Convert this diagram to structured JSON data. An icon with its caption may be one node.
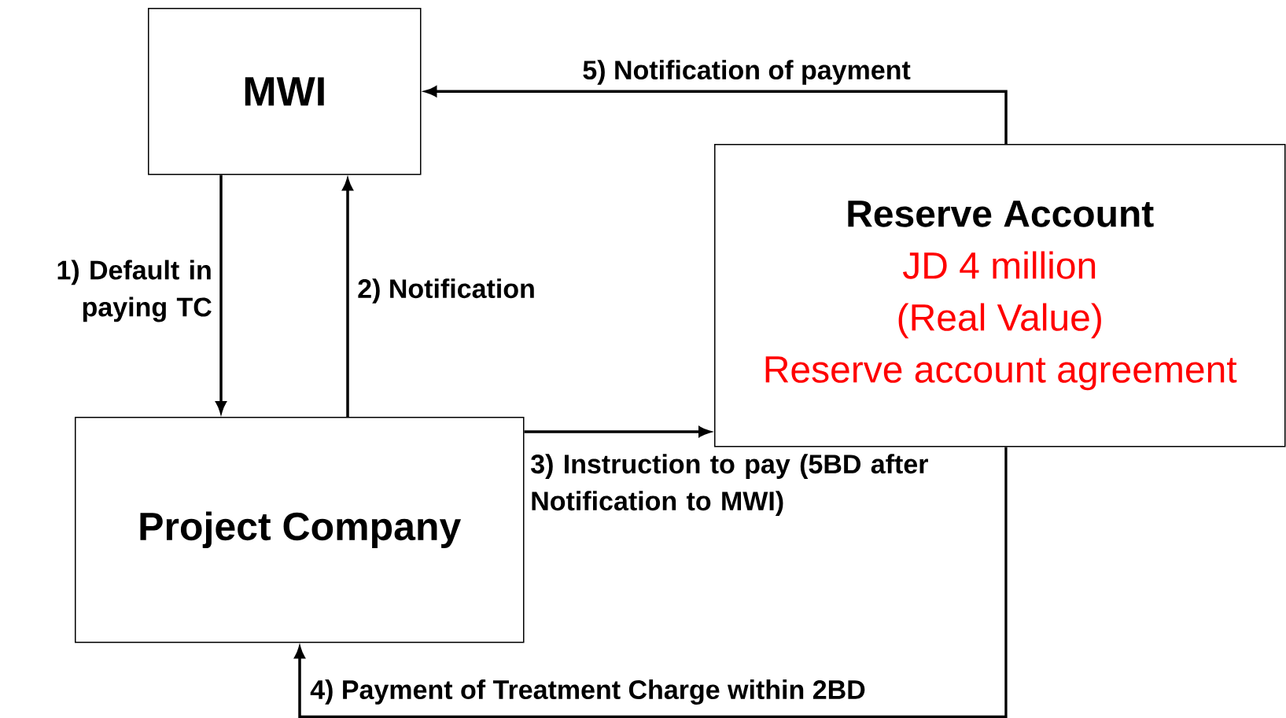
{
  "diagram": {
    "nodes": [
      {
        "text": [
          "MWI"
        ]
      },
      {
        "text": [
          "Project Company"
        ]
      },
      {
        "text": [
          "Reserve Account",
          "JD 4 million",
          "(Real Value)",
          "Reserve account agreement"
        ]
      }
    ],
    "edges": [
      {
        "from": 0,
        "to": 1,
        "arrow": "to",
        "label": "1) Default in paying TC"
      },
      {
        "from": 1,
        "to": 0,
        "arrow": "to",
        "label": "2) Notification"
      },
      {
        "from": 1,
        "to": 2,
        "arrow": "to",
        "label": "3) Instruction to pay (5BD after Notification to MWI)"
      },
      {
        "from": 2,
        "to": 1,
        "arrow": "to",
        "label": "4) Payment of Treatment Charge within 2BD"
      },
      {
        "from": 2,
        "to": 0,
        "arrow": "to",
        "label": "5) Notification of payment"
      }
    ]
  }
}
